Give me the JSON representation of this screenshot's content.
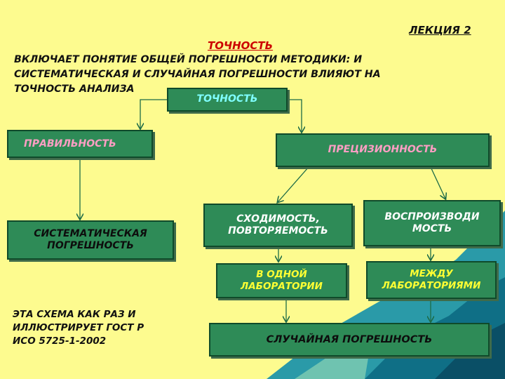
{
  "lecture_label": "ЛЕКЦИЯ 2",
  "heading": "ТОЧНОСТЬ",
  "intro_lines": [
    "ВКЛЮЧАЕТ  ПОНЯТИЕ  ОБЩЕЙ  ПОГРЕШНОСТИ  МЕТОДИКИ:  И",
    "СИСТЕМАТИЧЕСКАЯ И СЛУЧАЙНАЯ ПОГРЕШНОСТИ ВЛИЯЮТ НА",
    "ТОЧНОСТЬ АНАЛИЗА"
  ],
  "nodes": {
    "accuracy": "ТОЧНОСТЬ",
    "trueness": "ПРАВИЛЬНОСТЬ",
    "precision": "ПРЕЦИЗИОННОСТЬ",
    "systematic_line1": "СИСТЕМАТИЧЕСКАЯ",
    "systematic_line2": "ПОГРЕШНОСТЬ",
    "repeatability_line1": "СХОДИМОСТЬ,",
    "repeatability_line2": "ПОВТОРЯЕМОСТЬ",
    "reproducibility_line1": "ВОСПРОИЗВОДИ",
    "reproducibility_line2": "МОСТЬ",
    "single_lab_line1": "В ОДНОЙ",
    "single_lab_line2": "ЛАБОРАТОРИИ",
    "between_labs_line1": "МЕЖДУ",
    "between_labs_line2": "ЛАБОРАТОРИЯМИ",
    "random_error": "СЛУЧАЙНАЯ ПОГРЕШНОСТЬ"
  },
  "note_lines": [
    "ЭТА СХЕМА КАК РАЗ И",
    "ИЛЛЮСТРИРУЕТ ГОСТ Р",
    "ИСО 5725-1-2002"
  ],
  "colors": {
    "background": "#fdfb8f",
    "box_fill": "#2e8b57",
    "heading_red": "#cc0000"
  }
}
